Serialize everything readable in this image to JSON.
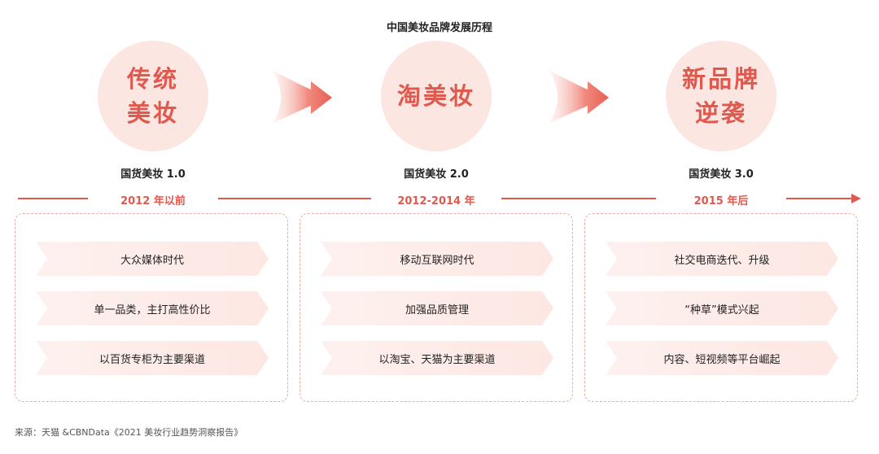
{
  "title": "中国美妆品牌发展历程",
  "stages": [
    {
      "circle_text": "传统\n美妆",
      "version": "国货美妆 1.0",
      "era": "2012 年以前",
      "items": [
        "大众媒体时代",
        "单一品类，主打高性价比",
        "以百货专柜为主要渠道"
      ]
    },
    {
      "circle_text": "淘美妆",
      "version": "国货美妆 2.0",
      "era": "2012-2014 年",
      "items": [
        "移动互联网时代",
        "加强品质管理",
        "以淘宝、天猫为主要渠道"
      ]
    },
    {
      "circle_text": "新品牌\n逆袭",
      "version": "国货美妆 3.0",
      "era": "2015 年后",
      "items": [
        "社交电商迭代、升级",
        "“种草”模式兴起",
        "内容、短视频等平台崛起"
      ]
    }
  ],
  "source": "来源：天猫 &CBNData《2021 美妆行业趋势洞察报告》",
  "colors": {
    "accent": "#e0594e",
    "circle_bg": "#fbe6e1",
    "panel_border": "#f0aaa4",
    "item_bg": "#fde7e3"
  },
  "icons": {
    "big_arrow": "chevron-arrow-right-icon",
    "timeline_end": "triangle-arrow-right-icon"
  }
}
